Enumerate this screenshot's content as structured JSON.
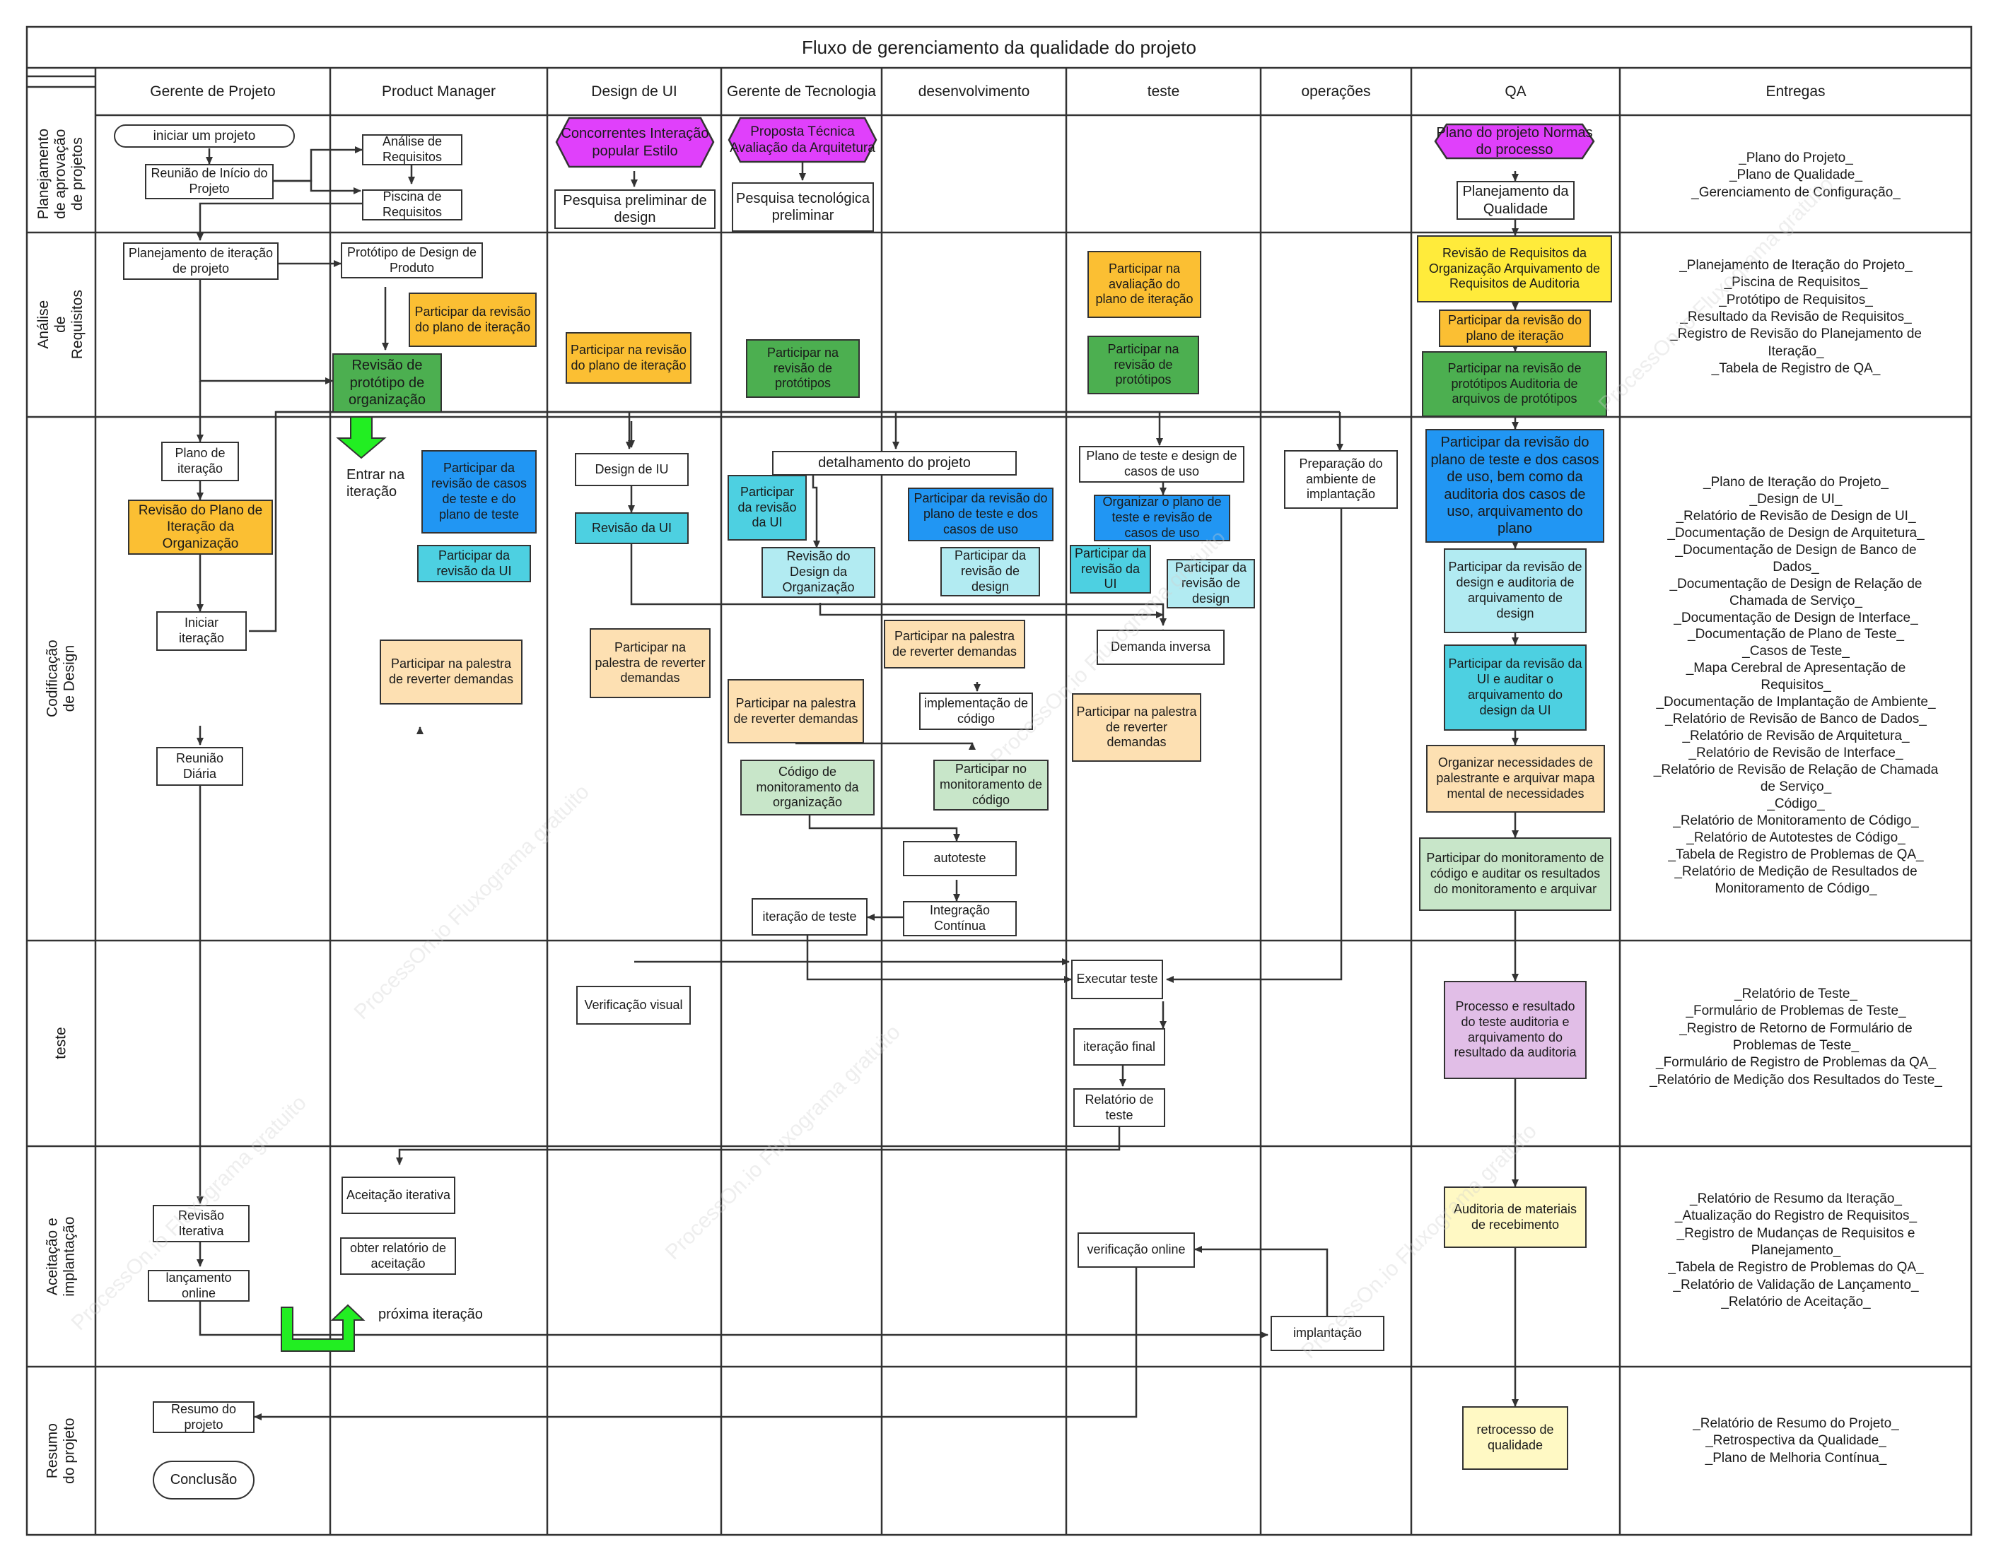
{
  "title": "Fluxo de gerenciamento da qualidade do projeto",
  "watermark": "ProcessOn.io Fluxograma gratuito",
  "columns": [
    "Gerente de Projeto",
    "Product Manager",
    "Design de UI",
    "Gerente de Tecnologia",
    "desenvolvimento",
    "teste",
    "operações",
    "QA",
    "Entregas"
  ],
  "rows": [
    "Planejamento de aprovação de projetos",
    "Análise de Requisitos",
    "Codificação de Design",
    "teste",
    "Aceitação e implantação",
    "Resumo do projeto"
  ],
  "labels": {
    "enter_iteration": "Entrar na iteração",
    "next_iteration": "próxima iteração"
  },
  "colors": {
    "orange": "#fbbf33",
    "green": "#4caf50",
    "blue": "#2196f3",
    "cyan": "#4dd0e1",
    "light_cyan": "#b2ebf2",
    "peach": "#fde0b2",
    "light_green": "#c8e6c9",
    "yellow": "#ffeb3b",
    "lavender": "#e1bee7",
    "light_yellow": "#fff9c4",
    "magenta": "#e040fb",
    "arrow_green": "#22ee22"
  },
  "nodes": {
    "iniciar": "iniciar um projeto",
    "reuniao_inicio": "Reunião de Início do Projeto",
    "analise_req": "Análise de Requisitos",
    "piscina_req": "Piscina de Requisitos",
    "concorrentes": "Concorrentes Interação popular Estilo",
    "pesquisa_design": "Pesquisa preliminar de design",
    "proposta_tec": "Proposta Técnica Avaliação da Arquitetura",
    "pesquisa_tec": "Pesquisa tecnológica preliminar",
    "plano_normas": "Plano do projeto Normas do processo",
    "plan_qualidade": "Planejamento da Qualidade",
    "plan_iter": "Planejamento de iteração de projeto",
    "prototipo": "Protótipo de Design de Produto",
    "pm_revisao_plano": "Participar da revisão do plano de iteração",
    "revisao_prototipo": "Revisão de protótipo de organização",
    "ui_revisao_plano": "Participar na revisão do plano de iteração",
    "gt_revisao_prot": "Participar na revisão de protótipos",
    "t_avaliacao": "Participar na avaliação do plano de iteração",
    "t_revisao_prot": "Participar na revisão de protótipos",
    "qa_revisao_req": "Revisão de Requisitos da Organização Arquivamento de Requisitos de Auditoria",
    "qa_revisao_plano": "Participar da revisão do plano de iteração",
    "qa_revisao_prot": "Participar na revisão de protótipos Auditoria de arquivos de protótipos",
    "plano_iter": "Plano de iteração",
    "revisao_plano_org": "Revisão do Plano de Iteração da Organização",
    "iniciar_iter": "Iniciar iteração",
    "reuniao_diaria": "Reunião Diária",
    "pm_casos_teste": "Participar da revisão de casos de teste e do plano de teste",
    "pm_revisao_ui": "Participar da revisão da UI",
    "pm_palestra": "Participar na palestra de reverter demandas",
    "design_iu": "Design de IU",
    "revisao_ui": "Revisão da UI",
    "ui_palestra": "Participar na palestra de reverter demandas",
    "detalhamento": "detalhamento do projeto",
    "gt_revisao_ui": "Participar da revisão da UI",
    "revisao_design_org": "Revisão do Design da Organização",
    "gt_palestra": "Participar na palestra de reverter demandas",
    "codigo_monit": "Código de monitoramento da organização",
    "iteracao_teste": "iteração de teste",
    "dev_revisao_plano": "Participar da revisão do plano de teste e dos casos de uso",
    "dev_revisao_design": "Participar da revisão de design",
    "dev_palestra": "Participar na palestra de reverter demandas",
    "implementacao": "implementação de código",
    "dev_monit": "Participar no monitoramento de código",
    "autoteste": "autoteste",
    "integracao": "Integração Contínua",
    "plano_teste": "Plano de teste e design de casos de uso",
    "organizar_plano": "Organizar o plano de teste e revisão de casos de uso",
    "t_revisao_ui": "Participar da revisão da UI",
    "t_revisao_design": "Participar da revisão de design",
    "demanda_inversa": "Demanda inversa",
    "t_palestra": "Participar na palestra de reverter demandas",
    "preparacao": "Preparação do ambiente de implantação",
    "qa_revisao_teste": "Participar da revisão do plano de teste e dos casos de uso, bem como da auditoria dos casos de uso, arquivamento do plano",
    "qa_revisao_design": "Participar da revisão de design e auditoria de arquivamento de design",
    "qa_revisao_ui": "Participar da revisão da UI e auditar o arquivamento do design da UI",
    "qa_organizar": "Organizar necessidades de palestrante e arquivar mapa mental de necessidades",
    "qa_monit": "Participar do monitoramento de código e auditar os resultados do monitoramento e arquivar",
    "verificacao_visual": "Verificação visual",
    "executar_teste": "Executar teste",
    "iteracao_final": "iteração final",
    "relatorio_teste": "Relatório de teste",
    "qa_processo": "Processo e resultado do teste auditoria e arquivamento do resultado da auditoria",
    "revisao_iterativa": "Revisão Iterativa",
    "lancamento": "lançamento online",
    "aceitacao": "Aceitação iterativa",
    "obter_relatorio": "obter relatório de aceitação",
    "verificacao_online": "verificação online",
    "implantacao": "implantação",
    "qa_auditoria_mat": "Auditoria de materiais de recebimento",
    "resumo": "Resumo do projeto",
    "conclusao": "Conclusão",
    "retrocesso": "retrocesso de qualidade"
  },
  "deliverables": {
    "r1": "_Plano do Projeto_\n_Plano de Qualidade_\n_Gerenciamento de Configuração_",
    "r2": "_Planejamento de Iteração do Projeto_\n_Piscina de Requisitos_\n_Protótipo de Requisitos_\n_Resultado da Revisão de Requisitos_\n_Registro de Revisão do Planejamento de\nIteração_\n_Tabela de Registro de QA_",
    "r3": "_Plano de Iteração do Projeto_\n_Design de UI_\n_Relatório de Revisão de Design de UI_\n_Documentação de Design de Arquitetura_\n_Documentação de Design de Banco de\nDados_\n_Documentação de Design de Relação de\nChamada de Serviço_\n_Documentação de Design de Interface_\n_Documentação de Plano de Teste_\n_Casos de Teste_\n_Mapa Cerebral de Apresentação de\nRequisitos_\n_Documentação de Implantação de Ambiente_\n_Relatório de Revisão de Banco de Dados_\n_Relatório de Revisão de Arquitetura_\n_Relatório de Revisão de Interface_\n_Relatório de Revisão de Relação de Chamada\nde Serviço_\n_Código_\n_Relatório de Monitoramento de Código_\n_Relatório de Autotestes de Código_\n_Tabela de Registro de Problemas de QA_\n_Relatório de Medição de Resultados de\nMonitoramento de Código_",
    "r4": "_Relatório de Teste_\n_Formulário de Problemas de Teste_\n_Registro de Retorno de Formulário de\nProblemas de Teste_\n_Formulário de Registro de Problemas da QA_\n_Relatório de Medição dos Resultados do Teste_",
    "r5": "_Relatório de Resumo da Iteração_\n_Atualização do Registro de Requisitos_\n_Registro de Mudanças de Requisitos e\nPlanejamento_\n_Tabela de Registro de Problemas do QA_\n_Relatório de Validação de Lançamento_\n_Relatório de Aceitação_",
    "r6": "_Relatório de Resumo do Projeto_\n_Retrospectiva da Qualidade_\n_Plano de Melhoria Contínua_"
  }
}
